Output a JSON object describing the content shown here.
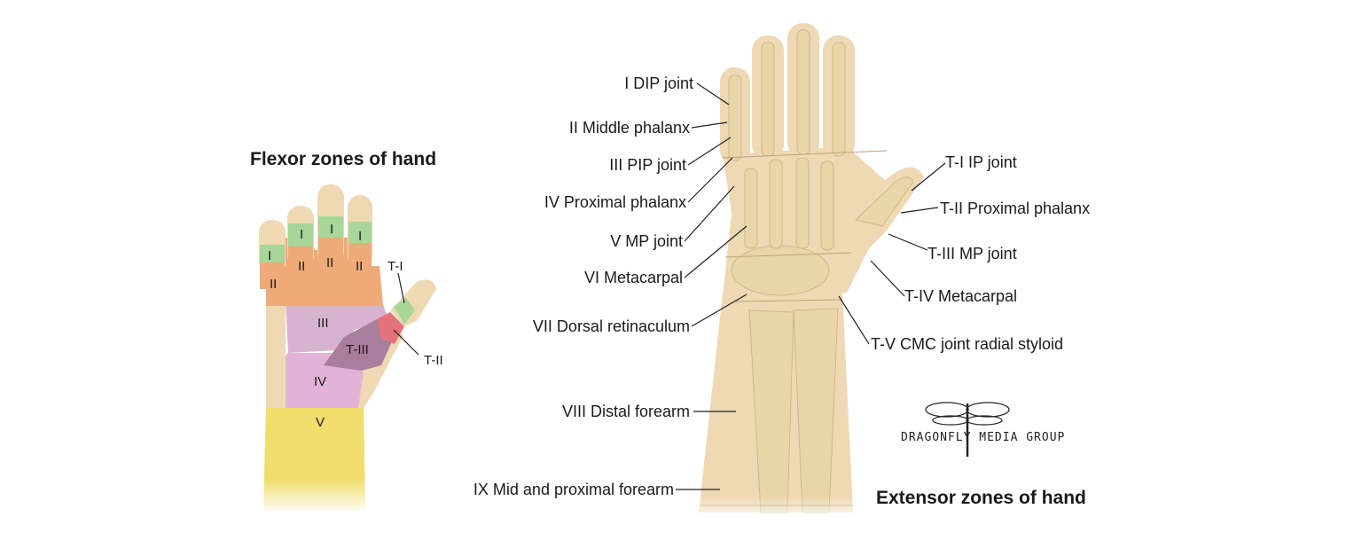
{
  "flexor": {
    "title": "Flexor zones of hand",
    "zones": {
      "i_1": "I",
      "i_2": "I",
      "i_3": "I",
      "i_4": "I",
      "ii_1": "II",
      "ii_2": "II",
      "ii_3": "II",
      "ii_4": "II",
      "iii": "III",
      "iv": "IV",
      "v": "V",
      "t_i": "T-I",
      "t_ii": "T-II",
      "t_iii": "T-III"
    }
  },
  "extensor": {
    "title": "Extensor zones of hand",
    "left_labels": [
      "I  DIP joint",
      "II  Middle phalanx",
      "III  PIP joint",
      "IV  Proximal phalanx",
      "V  MP joint",
      "VI  Metacarpal",
      "VII  Dorsal retinaculum",
      "VIII  Distal forearm",
      "IX  Mid and proximal forearm"
    ],
    "right_labels": [
      "T-I  IP joint",
      "T-II  Proximal phalanx",
      "T-III  MP joint",
      "T-IV  Metacarpal",
      "T-V  CMC joint radial styloid"
    ]
  },
  "colors": {
    "zone_i": "#a8d59a",
    "zone_ii": "#efaa7a",
    "zone_iii": "#d6b4cf",
    "zone_t_iii": "#a97d9c",
    "zone_t_ii": "#e4727c",
    "zone_iv": "#e2b3d6",
    "zone_v": "#f1dd6b",
    "skin": "#efd8b4",
    "bone": "#e8d6a8"
  },
  "branding": {
    "logo_text": "DRAGONFLY MEDIA GROUP"
  }
}
